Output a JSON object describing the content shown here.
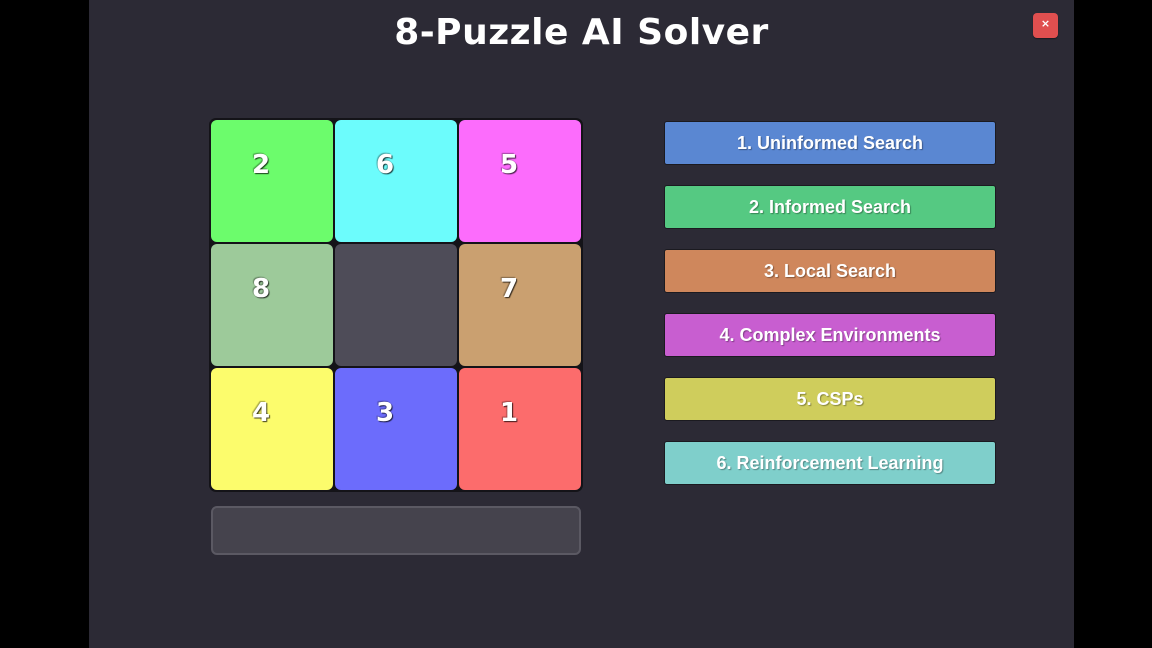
{
  "window": {
    "title": "8-Puzzle AI Solver",
    "close_label": "×"
  },
  "colors": {
    "background": "#2c2a35",
    "empty_tile": "#4e4c58",
    "close_button": "#e04f4f"
  },
  "puzzle": {
    "tiles": [
      {
        "label": "2",
        "color": "#6cfc6c"
      },
      {
        "label": "6",
        "color": "#6cfcfc"
      },
      {
        "label": "5",
        "color": "#fc6cfc"
      },
      {
        "label": "8",
        "color": "#9dca9a"
      },
      {
        "label": "",
        "color": "#4e4c58"
      },
      {
        "label": "7",
        "color": "#caa070"
      },
      {
        "label": "4",
        "color": "#fcfc6c"
      },
      {
        "label": "3",
        "color": "#6c6cfc"
      },
      {
        "label": "1",
        "color": "#fc6c6c"
      }
    ]
  },
  "status": {
    "text": ""
  },
  "menu": {
    "items": [
      {
        "label": "1. Uninformed Search",
        "color": "#5a87d2"
      },
      {
        "label": "2. Informed Search",
        "color": "#55c982"
      },
      {
        "label": "3. Local Search",
        "color": "#cf875c"
      },
      {
        "label": "4. Complex Environments",
        "color": "#c85ed0"
      },
      {
        "label": "5. CSPs",
        "color": "#cfcd5c"
      },
      {
        "label": "6. Reinforcement Learning",
        "color": "#7fcfcb"
      }
    ]
  }
}
